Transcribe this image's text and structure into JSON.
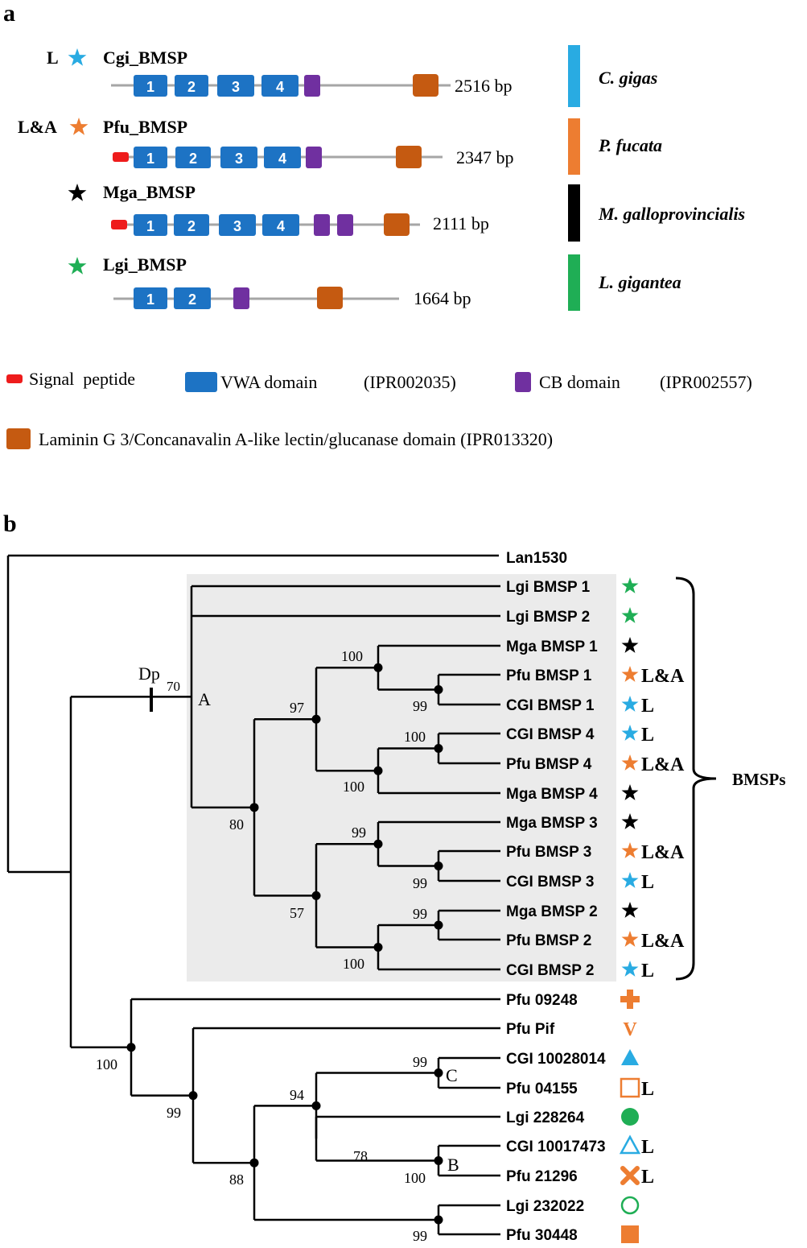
{
  "panel_a": {
    "label": "a",
    "proteins": [
      {
        "tag": "L",
        "star_color": "#29abe2",
        "name": "Cgi_BMSP",
        "length": "2516 bp",
        "species": "C. gigas",
        "species_color": "#29abe2"
      },
      {
        "tag": "L&A",
        "star_color": "#ed7d31",
        "name": "Pfu_BMSP",
        "length": "2347 bp",
        "species": "P. fucata",
        "species_color": "#ed7d31"
      },
      {
        "tag": "",
        "star_color": "#000000",
        "name": "Mga_BMSP",
        "length": "2111 bp",
        "species": "M. galloprovincialis",
        "species_color": "#000000"
      },
      {
        "tag": "",
        "star_color": "#1fae55",
        "name": "Lgi_BMSP",
        "length": "1664 bp",
        "species": "L. gigantea",
        "species_color": "#1fae55"
      }
    ],
    "vwa_numbers": [
      "1",
      "2",
      "3",
      "4"
    ],
    "legend": {
      "signal": "Signal  peptide",
      "vwa": "VWA domain",
      "vwa_id": "(IPR002035)",
      "cb": "CB domain",
      "cb_id": "(IPR002557)",
      "lam": "Laminin G 3/Concanavalin A-like lectin/glucanase domain (IPR013320)"
    },
    "colors": {
      "signal": "#ee1c1c",
      "vwa": "#1d73c4",
      "cb": "#7030a0",
      "lam": "#c55a11",
      "line": "#a6a6a6"
    }
  },
  "panel_b": {
    "label": "b",
    "outgroup": "Lan1530",
    "group_label": "BMSPs",
    "dp_label": "Dp",
    "dp_value": "70",
    "clade_letters": [
      "A",
      "B",
      "C"
    ],
    "bootstraps": [
      "100",
      "97",
      "99",
      "100",
      "100",
      "80",
      "99",
      "99",
      "57",
      "99",
      "100",
      "100",
      "99",
      "99",
      "94",
      "78",
      "100",
      "88",
      "99"
    ],
    "leaves": [
      {
        "name": "Lgi BMSP 1",
        "sym": "star",
        "color": "#1fae55",
        "tag": ""
      },
      {
        "name": "Lgi BMSP 2",
        "sym": "star",
        "color": "#1fae55",
        "tag": ""
      },
      {
        "name": "Mga BMSP 1",
        "sym": "star",
        "color": "#000000",
        "tag": ""
      },
      {
        "name": "Pfu BMSP 1",
        "sym": "star",
        "color": "#ed7d31",
        "tag": "L&A"
      },
      {
        "name": "CGI BMSP 1",
        "sym": "star",
        "color": "#29abe2",
        "tag": "L"
      },
      {
        "name": "CGI BMSP 4",
        "sym": "star",
        "color": "#29abe2",
        "tag": "L"
      },
      {
        "name": "Pfu BMSP 4",
        "sym": "star",
        "color": "#ed7d31",
        "tag": "L&A"
      },
      {
        "name": "Mga BMSP 4",
        "sym": "star",
        "color": "#000000",
        "tag": ""
      },
      {
        "name": "Mga BMSP 3",
        "sym": "star",
        "color": "#000000",
        "tag": ""
      },
      {
        "name": "Pfu BMSP 3",
        "sym": "star",
        "color": "#ed7d31",
        "tag": "L&A"
      },
      {
        "name": "CGI BMSP 3",
        "sym": "star",
        "color": "#29abe2",
        "tag": "L"
      },
      {
        "name": "Mga BMSP 2",
        "sym": "star",
        "color": "#000000",
        "tag": ""
      },
      {
        "name": "Pfu BMSP 2",
        "sym": "star",
        "color": "#ed7d31",
        "tag": "L&A"
      },
      {
        "name": "CGI BMSP 2",
        "sym": "star",
        "color": "#29abe2",
        "tag": "L"
      },
      {
        "name": "Pfu 09248",
        "sym": "cross",
        "color": "#ed7d31",
        "tag": ""
      },
      {
        "name": "Pfu Pif",
        "sym": "v",
        "color": "#ed7d31",
        "tag": ""
      },
      {
        "name": "CGI 10028014",
        "sym": "triangle",
        "color": "#29abe2",
        "tag": ""
      },
      {
        "name": "Pfu 04155",
        "sym": "square-open",
        "color": "#ed7d31",
        "tag": "L"
      },
      {
        "name": "Lgi 228264",
        "sym": "circle",
        "color": "#1fae55",
        "tag": ""
      },
      {
        "name": "CGI 10017473",
        "sym": "triangle-open",
        "color": "#29abe2",
        "tag": "L"
      },
      {
        "name": "Pfu 21296",
        "sym": "x",
        "color": "#ed7d31",
        "tag": "L"
      },
      {
        "name": "Lgi 232022",
        "sym": "circle-open",
        "color": "#1fae55",
        "tag": ""
      },
      {
        "name": "Pfu 30448",
        "sym": "square",
        "color": "#ed7d31",
        "tag": ""
      }
    ]
  }
}
